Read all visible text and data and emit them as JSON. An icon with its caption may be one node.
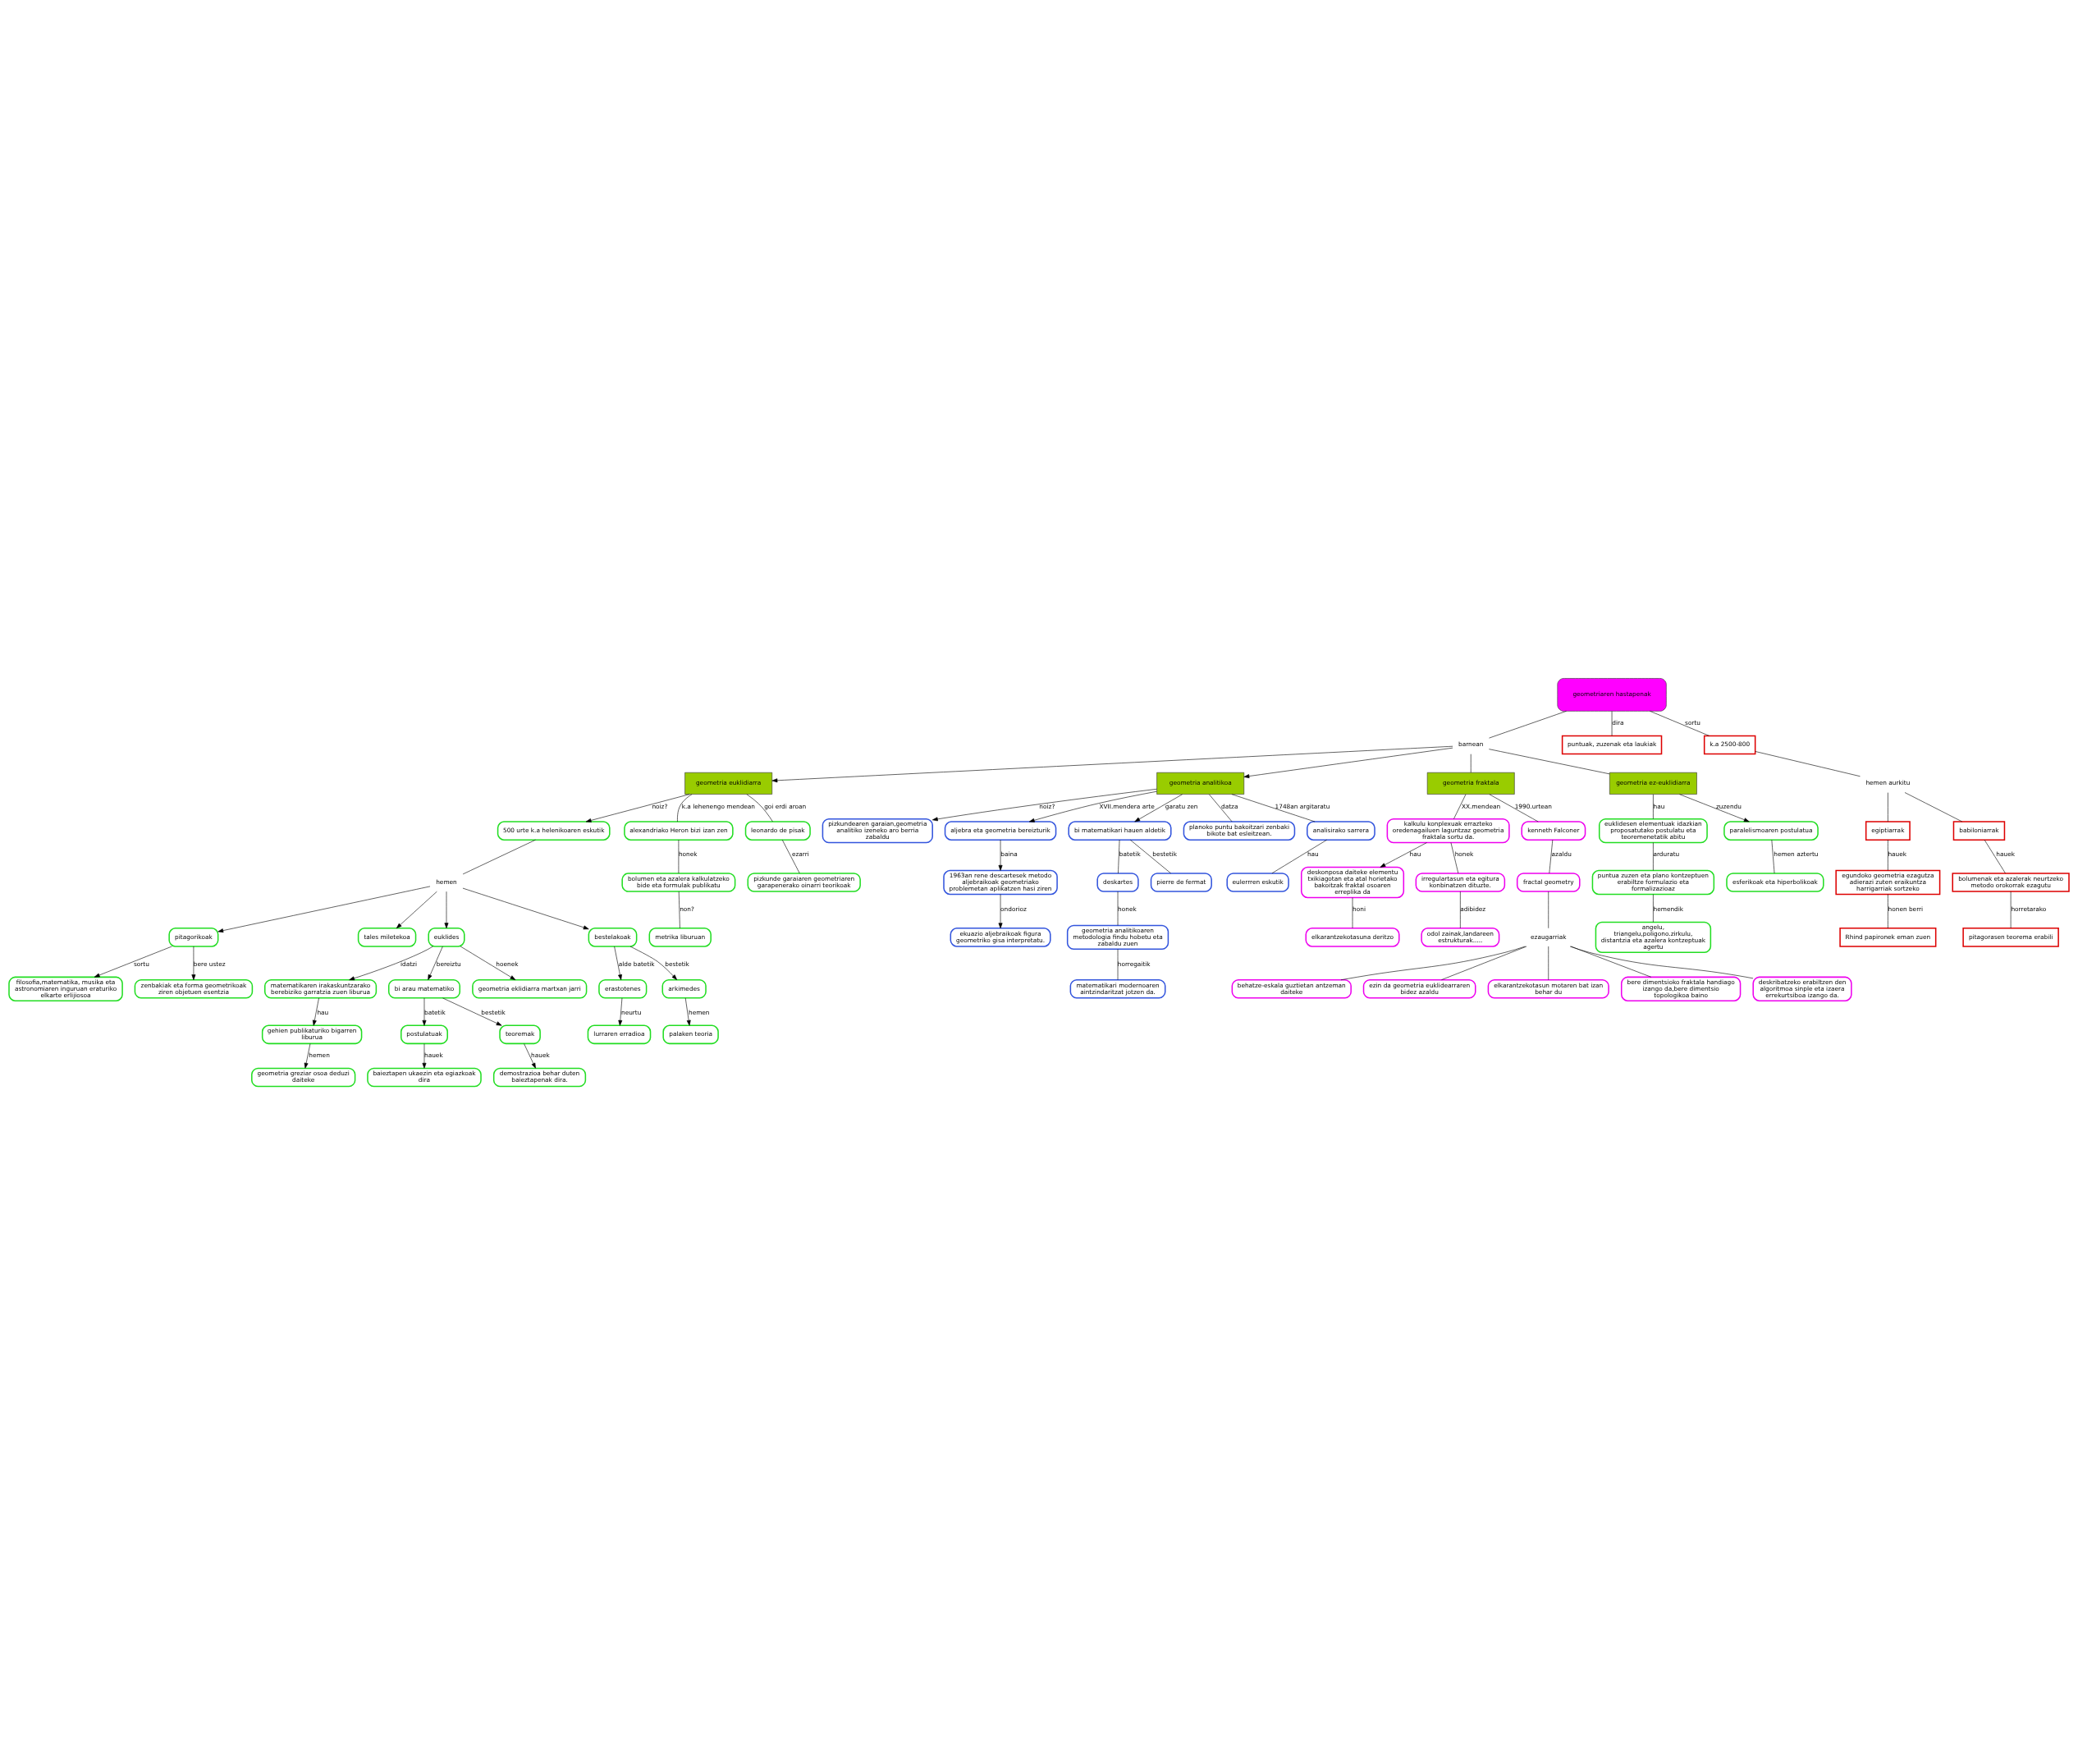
{
  "diagram": {
    "nodes": [
      {
        "text": [
          "geometria euklidiarra"
        ]
      },
      {
        "text": [
          "500 urte k.a helenikoaren eskutik"
        ]
      },
      {
        "text": [
          "hemen"
        ]
      },
      {
        "text": [
          "pitagorikoak"
        ]
      },
      {
        "text": [
          "filosofia,matematika, musika eta astronomiaren inguruan eraturiko elkarte erlijiosoa"
        ]
      },
      {
        "text": [
          "zenbakiak eta forma geometrikoak ziren objetuen esentzia"
        ]
      },
      {
        "text": [
          "tales miletekoa"
        ]
      },
      {
        "text": [
          "euklides"
        ]
      },
      {
        "text": [
          "matematikaren irakaskuntzarako berebiziko garratzia zuen liburua"
        ]
      },
      {
        "text": [
          "gehien publikaturiko bigarren liburua"
        ]
      },
      {
        "text": [
          "geometria greziar osoa deduzi daiteke"
        ]
      },
      {
        "text": [
          "bi arau matematiko"
        ]
      },
      {
        "text": [
          "postulatuak"
        ]
      },
      {
        "text": [
          "baieztapen ukaezin eta egiazkoak dira"
        ]
      },
      {
        "text": [
          "teoremak"
        ]
      },
      {
        "text": [
          "demostrazioa behar duten baieztapenak dira."
        ]
      },
      {
        "text": [
          "geometria eklidiarra martxan jarri"
        ]
      },
      {
        "text": [
          "bestelakoak"
        ]
      },
      {
        "text": [
          "erastotenes"
        ]
      },
      {
        "text": [
          "lurraren erradioa"
        ]
      },
      {
        "text": [
          "arkimedes"
        ]
      },
      {
        "text": [
          "palaken teoria"
        ]
      },
      {
        "text": [
          "alexandriako Heron bizi izan zen"
        ]
      },
      {
        "text": [
          "bolumen eta azalera kalkulatzeko bide eta formulak publikatu"
        ]
      },
      {
        "text": [
          "metrika liburuan"
        ]
      },
      {
        "text": [
          "leonardo de pisak"
        ]
      },
      {
        "text": [
          "pizkunde garaiaren geometriaren garapenerako oinarri teorikoak"
        ]
      },
      {
        "text": [
          "barnean"
        ]
      },
      {
        "text": [
          "geometria analitikoa"
        ]
      },
      {
        "text": [
          "pizkundearen garaian,geometria analitiko izeneko aro berria zabaldu"
        ]
      },
      {
        "text": [
          "aljebra eta geometria bereizturik"
        ]
      },
      {
        "text": [
          "1963an rene descartesek metodo aljebraikoak geometriako problemetan aplikatzen hasi ziren"
        ]
      },
      {
        "text": [
          "ekuazio aljebraikoak figura geometriko gisa interpretatu."
        ]
      },
      {
        "text": [
          "bi matematikari hauen aldetik"
        ]
      },
      {
        "text": [
          "deskartes"
        ]
      },
      {
        "text": [
          "pierre de fermat"
        ]
      },
      {
        "text": [
          "geometria analitikoaren metodologia findu hobetu eta zabaldu zuen"
        ]
      },
      {
        "text": [
          "matematikari modernoaren aintzindaritzat jotzen da."
        ]
      },
      {
        "text": [
          "planoko puntu bakoitzari zenbaki bikote bat esleitzean."
        ]
      },
      {
        "text": [
          "analisirako sarrera"
        ]
      },
      {
        "text": [
          "eulerrren eskutik"
        ]
      },
      {
        "text": [
          "geometriaren hastapenak"
        ]
      },
      {
        "text": [
          "puntuak, zuzenak eta laukiak"
        ]
      },
      {
        "text": [
          "k.a 2500-800"
        ]
      },
      {
        "text": [
          "hemen aurkitu"
        ]
      },
      {
        "text": [
          "egiptiarrak"
        ]
      },
      {
        "text": [
          "babiloniarrak"
        ]
      },
      {
        "text": [
          "egundoko geometria ezagutza adierazi zuten eraikuntza harrigarriak sortzeko"
        ]
      },
      {
        "text": [
          "Rhind papironek eman zuen"
        ]
      },
      {
        "text": [
          "bolumenak eta azalerak neurtzeko metodo orokorrak ezagutu"
        ]
      },
      {
        "text": [
          "pitagorasen teorema erabili"
        ]
      },
      {
        "text": [
          "geometria fraktala"
        ]
      },
      {
        "text": [
          "kalkulu konplexuak errazteko oredenagailuen laguntzaz geometria fraktala sortu da."
        ]
      },
      {
        "text": [
          "deskonposa daiteke elementu txikiagotan eta atal horietako bakoitzak fraktal osoaren erreplika da"
        ]
      },
      {
        "text": [
          "elkarantzekotasuna deritzo"
        ]
      },
      {
        "text": [
          "irregulartasun eta egitura konbinatzen dituzte."
        ]
      },
      {
        "text": [
          "odol zainak,landareen estrukturak....."
        ]
      },
      {
        "text": [
          "kenneth Falconer"
        ]
      },
      {
        "text": [
          "fractal geometry"
        ]
      },
      {
        "text": [
          "ezaugarriak"
        ]
      },
      {
        "text": [
          "behatze-eskala guztietan antzeman daiteke"
        ]
      },
      {
        "text": [
          "ezin da geometria euklidearraren bidez azaldu"
        ]
      },
      {
        "text": [
          "elkarantzekotasun motaren bat izan behar du"
        ]
      },
      {
        "text": [
          "bere dimentsioko fraktala handiago izango da,bere dimentsio topologikoa baino"
        ]
      },
      {
        "text": [
          "deskribatzeko erabiltzen den algoritmoa sinple eta izaera errekurtsiboa izango da."
        ]
      },
      {
        "text": [
          "geometria ez-euklidiarra"
        ]
      },
      {
        "text": [
          "euklidesen elementuak idazkian proposatutako postulatu eta teoremenetatik abitu"
        ]
      },
      {
        "text": [
          "puntua zuzen eta plano kontzeptuen erabiltze formulazio eta formalizazioaz"
        ]
      },
      {
        "text": [
          "angelu, triangelu,poligono.zirkulu, distantzia eta azalera kontzeptuak agertu"
        ]
      },
      {
        "text": [
          "paralelismoaren postulatua"
        ]
      },
      {
        "text": [
          "esferikoak eta hiperbolikoak"
        ]
      }
    ],
    "edges": [
      {
        "from": 0,
        "to": 1,
        "label": "noiz?",
        "arrow": "to"
      },
      {
        "from": 1,
        "to": 2,
        "arrow": "none"
      },
      {
        "from": 2,
        "to": 3,
        "arrow": "to"
      },
      {
        "from": 2,
        "to": 6,
        "arrow": "to"
      },
      {
        "from": 2,
        "to": 7,
        "arrow": "to"
      },
      {
        "from": 2,
        "to": 17,
        "arrow": "to"
      },
      {
        "from": 3,
        "to": 4,
        "label": "sortu",
        "arrow": "to"
      },
      {
        "from": 3,
        "to": 5,
        "label": "bere ustez",
        "arrow": "to"
      },
      {
        "from": 7,
        "to": 8,
        "label": "idatzi",
        "arrow": "to"
      },
      {
        "from": 8,
        "to": 9,
        "label": "hau",
        "arrow": "to"
      },
      {
        "from": 9,
        "to": 10,
        "label": "hemen",
        "arrow": "to"
      },
      {
        "from": 7,
        "to": 11,
        "label": "bereiztu",
        "arrow": "to"
      },
      {
        "from": 11,
        "to": 12,
        "label": "batetik",
        "arrow": "to"
      },
      {
        "from": 11,
        "to": 14,
        "label": "bestetik",
        "arrow": "to"
      },
      {
        "from": 12,
        "to": 13,
        "label": "hauek",
        "arrow": "to"
      },
      {
        "from": 14,
        "to": 15,
        "label": "hauek",
        "arrow": "to"
      },
      {
        "from": 7,
        "to": 16,
        "label": "hoenek",
        "arrow": "to"
      },
      {
        "from": 17,
        "to": 18,
        "label": "alde batetik",
        "arrow": "to"
      },
      {
        "from": 18,
        "to": 19,
        "label": "neurtu",
        "arrow": "to"
      },
      {
        "from": 17,
        "to": 20,
        "label": "bestetik",
        "arrow": "to"
      },
      {
        "from": 20,
        "to": 21,
        "label": "hemen",
        "arrow": "to"
      },
      {
        "from": 0,
        "to": 22,
        "label": "k.a lehenengo mendean",
        "arrow": "none"
      },
      {
        "from": 22,
        "to": 23,
        "label": "honek",
        "arrow": "none"
      },
      {
        "from": 23,
        "to": 24,
        "label": "non?",
        "arrow": "none"
      },
      {
        "from": 0,
        "to": 25,
        "label": "goi erdi aroan",
        "arrow": "none"
      },
      {
        "from": 25,
        "to": 26,
        "label": "ezarri",
        "arrow": "none"
      },
      {
        "from": 41,
        "to": 27,
        "arrow": "none"
      },
      {
        "from": 27,
        "to": 0,
        "arrow": "to"
      },
      {
        "from": 27,
        "to": 28,
        "arrow": "to"
      },
      {
        "from": 27,
        "to": 51,
        "arrow": "none"
      },
      {
        "from": 27,
        "to": 65,
        "arrow": "none"
      },
      {
        "from": 28,
        "to": 29,
        "label": "noiz?",
        "arrow": "to"
      },
      {
        "from": 28,
        "to": 30,
        "label": "XVII.mendera arte",
        "arrow": "to"
      },
      {
        "from": 30,
        "to": 31,
        "label": "baina",
        "arrow": "to"
      },
      {
        "from": 31,
        "to": 32,
        "label": "ondorioz",
        "arrow": "to"
      },
      {
        "from": 28,
        "to": 33,
        "label": "garatu zen",
        "arrow": "to"
      },
      {
        "from": 33,
        "to": 34,
        "label": "batetik",
        "arrow": "none"
      },
      {
        "from": 33,
        "to": 35,
        "label": "bestetik",
        "arrow": "none"
      },
      {
        "from": 34,
        "to": 36,
        "label": "honek",
        "arrow": "none"
      },
      {
        "from": 36,
        "to": 37,
        "label": "horregaitik",
        "arrow": "none"
      },
      {
        "from": 28,
        "to": 38,
        "label": "datza",
        "arrow": "none"
      },
      {
        "from": 28,
        "to": 39,
        "label": "1748an argitaratu",
        "arrow": "none"
      },
      {
        "from": 39,
        "to": 40,
        "label": "hau",
        "arrow": "none"
      },
      {
        "from": 41,
        "to": 42,
        "label": "dira",
        "arrow": "none"
      },
      {
        "from": 41,
        "to": 43,
        "label": "sortu",
        "arrow": "none"
      },
      {
        "from": 43,
        "to": 44,
        "arrow": "none"
      },
      {
        "from": 44,
        "to": 45,
        "arrow": "none"
      },
      {
        "from": 44,
        "to": 46,
        "arrow": "none"
      },
      {
        "from": 45,
        "to": 47,
        "label": "hauek",
        "arrow": "none"
      },
      {
        "from": 47,
        "to": 48,
        "label": "honen berri",
        "arrow": "none"
      },
      {
        "from": 46,
        "to": 49,
        "label": "hauek",
        "arrow": "none"
      },
      {
        "from": 49,
        "to": 50,
        "label": "horretarako",
        "arrow": "none"
      },
      {
        "from": 51,
        "to": 52,
        "label": "XX.mendean",
        "arrow": "none"
      },
      {
        "from": 52,
        "to": 53,
        "label": "hau",
        "arrow": "to"
      },
      {
        "from": 53,
        "to": 54,
        "label": "honi",
        "arrow": "none"
      },
      {
        "from": 52,
        "to": 55,
        "label": "honek",
        "arrow": "none"
      },
      {
        "from": 55,
        "to": 56,
        "label": "adibidez",
        "arrow": "none"
      },
      {
        "from": 51,
        "to": 57,
        "label": "1990.urtean",
        "arrow": "none"
      },
      {
        "from": 57,
        "to": 58,
        "label": "azaldu",
        "arrow": "none"
      },
      {
        "from": 58,
        "to": 59,
        "arrow": "none"
      },
      {
        "from": 59,
        "to": 60,
        "arrow": "none"
      },
      {
        "from": 59,
        "to": 61,
        "arrow": "none"
      },
      {
        "from": 59,
        "to": 62,
        "arrow": "none"
      },
      {
        "from": 59,
        "to": 63,
        "arrow": "none"
      },
      {
        "from": 59,
        "to": 64,
        "arrow": "none"
      },
      {
        "from": 65,
        "to": 66,
        "label": "hau",
        "arrow": "none"
      },
      {
        "from": 66,
        "to": 67,
        "label": "arduratu",
        "arrow": "none"
      },
      {
        "from": 67,
        "to": 68,
        "label": "hemendik",
        "arrow": "none"
      },
      {
        "from": 65,
        "to": 69,
        "label": "zuzendu",
        "arrow": "to"
      },
      {
        "from": 69,
        "to": 70,
        "label": "hemen aztertu",
        "arrow": "none"
      }
    ]
  }
}
